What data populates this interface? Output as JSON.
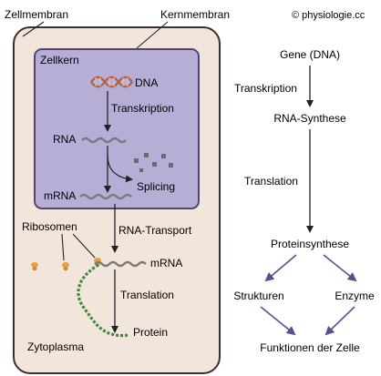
{
  "header": {
    "cell_membrane_label": "Zellmembran",
    "nuclear_membrane_label": "Kernmembran",
    "copyright": "© physiologie.cc"
  },
  "cell": {
    "nucleus_label": "Zellkern",
    "cytoplasm_label": "Zytoplasma",
    "dna_label": "DNA",
    "transcription_label": "Transkription",
    "rna_label": "RNA",
    "splicing_label": "Splicing",
    "mrna_nucleus_label": "mRNA",
    "ribosomes_label": "Ribosomen",
    "rna_transport_label": "RNA-Transport",
    "mrna_cytoplasm_label": "mRNA",
    "translation_label": "Translation",
    "protein_label": "Protein"
  },
  "flow": {
    "gene": "Gene (DNA)",
    "transcription": "Transkription",
    "rna_synthesis": "RNA-Synthese",
    "translation": "Translation",
    "protein_synthesis": "Proteinsynthese",
    "structures": "Strukturen",
    "enzymes": "Enzyme",
    "cell_functions": "Funktionen der Zelle"
  },
  "colors": {
    "cell_fill": "#f2e6dc",
    "cell_stroke": "#3a3030",
    "nucleus_fill": "#b7aed8",
    "nucleus_stroke": "#4f4770",
    "dna_strand": "#b45f3c",
    "dna_rung": "#e2c7ba",
    "rna": "#7a7a7a",
    "protein_chain": "#3d8a3d",
    "ribosome": "#e3a048",
    "flow_arrow_purple": "#5b4f8f",
    "arrow": "#222222"
  }
}
